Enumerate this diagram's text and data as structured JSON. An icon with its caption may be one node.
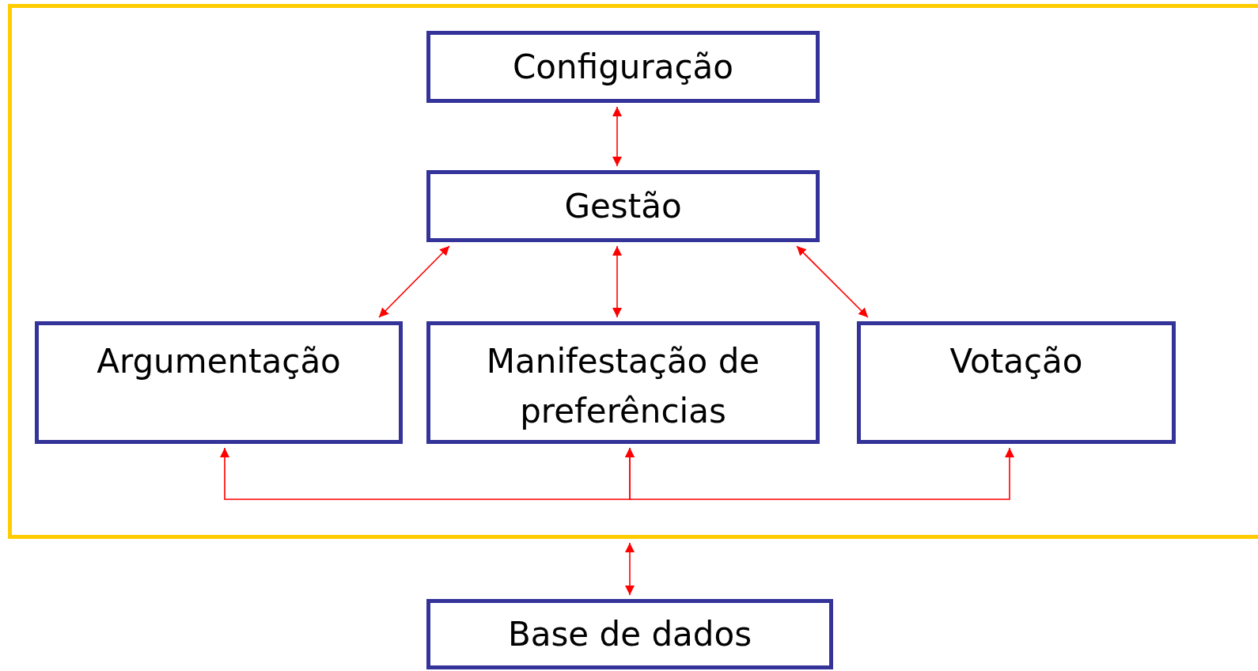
{
  "diagram": {
    "nodes": [
      {
        "text": [],
        "shape": "box"
      },
      {
        "text": [
          "Configuração"
        ],
        "in": 0
      },
      {
        "text": [
          "Gestão"
        ],
        "in": 0
      },
      {
        "text": [
          "Argumentação"
        ],
        "in": 0
      },
      {
        "text": [
          "Manifestação de preferências"
        ],
        "in": 0
      },
      {
        "text": [
          "Votação"
        ],
        "in": 0
      },
      {
        "text": [
          "Base de dados"
        ]
      }
    ],
    "edges": [
      {
        "from": 1,
        "to": 2,
        "arrow": "both"
      },
      {
        "from": 2,
        "to": 3,
        "arrow": "both"
      },
      {
        "from": 2,
        "to": 4,
        "arrow": "both"
      },
      {
        "from": 2,
        "to": 5,
        "arrow": "both"
      },
      {
        "from": 3,
        "to": 4,
        "arrow": "both"
      },
      {
        "from": 4,
        "to": 5,
        "arrow": "both"
      },
      {
        "from": 0,
        "to": 6,
        "arrow": "both"
      }
    ]
  }
}
